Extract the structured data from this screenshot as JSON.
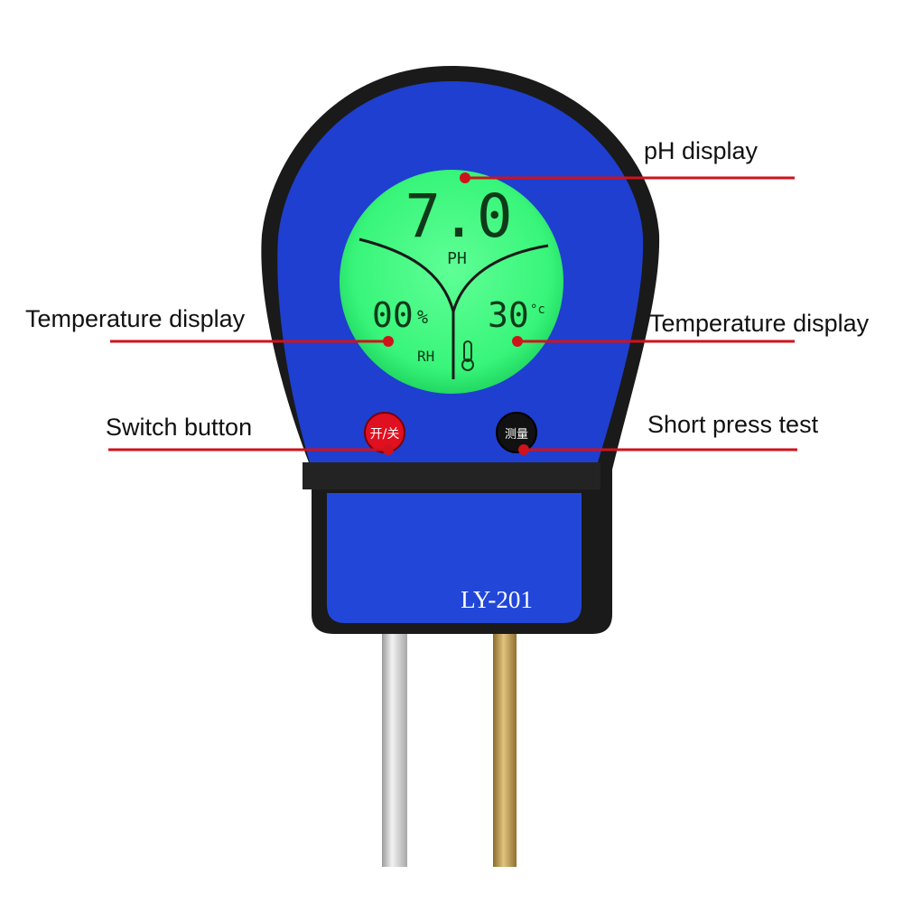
{
  "callouts": {
    "ph_display": "pH display",
    "temperature_left": "Temperature display",
    "temperature_right": "Temperature display",
    "switch_button": "Switch button",
    "short_press_test": "Short press test"
  },
  "lcd": {
    "ph_value": "7.0",
    "ph_unit": "PH",
    "humidity_value": "00",
    "humidity_unit": "%",
    "humidity_label": "RH",
    "temperature_value": "30",
    "temperature_unit": "°c"
  },
  "buttons": {
    "power_label": "开/关",
    "test_label": "测量"
  },
  "device": {
    "model": "LY-201"
  },
  "colors": {
    "body_blue": "#1f3fd0",
    "frame": "#1a1a1a",
    "lcd_green": "#3dff7f",
    "leader_red": "#d0121b",
    "power_button": "#e01020",
    "test_button": "#111111",
    "probe_left": "#c9c9c9",
    "probe_right": "#c9a860"
  },
  "icons": {
    "thermometer": "thermometer-icon"
  }
}
